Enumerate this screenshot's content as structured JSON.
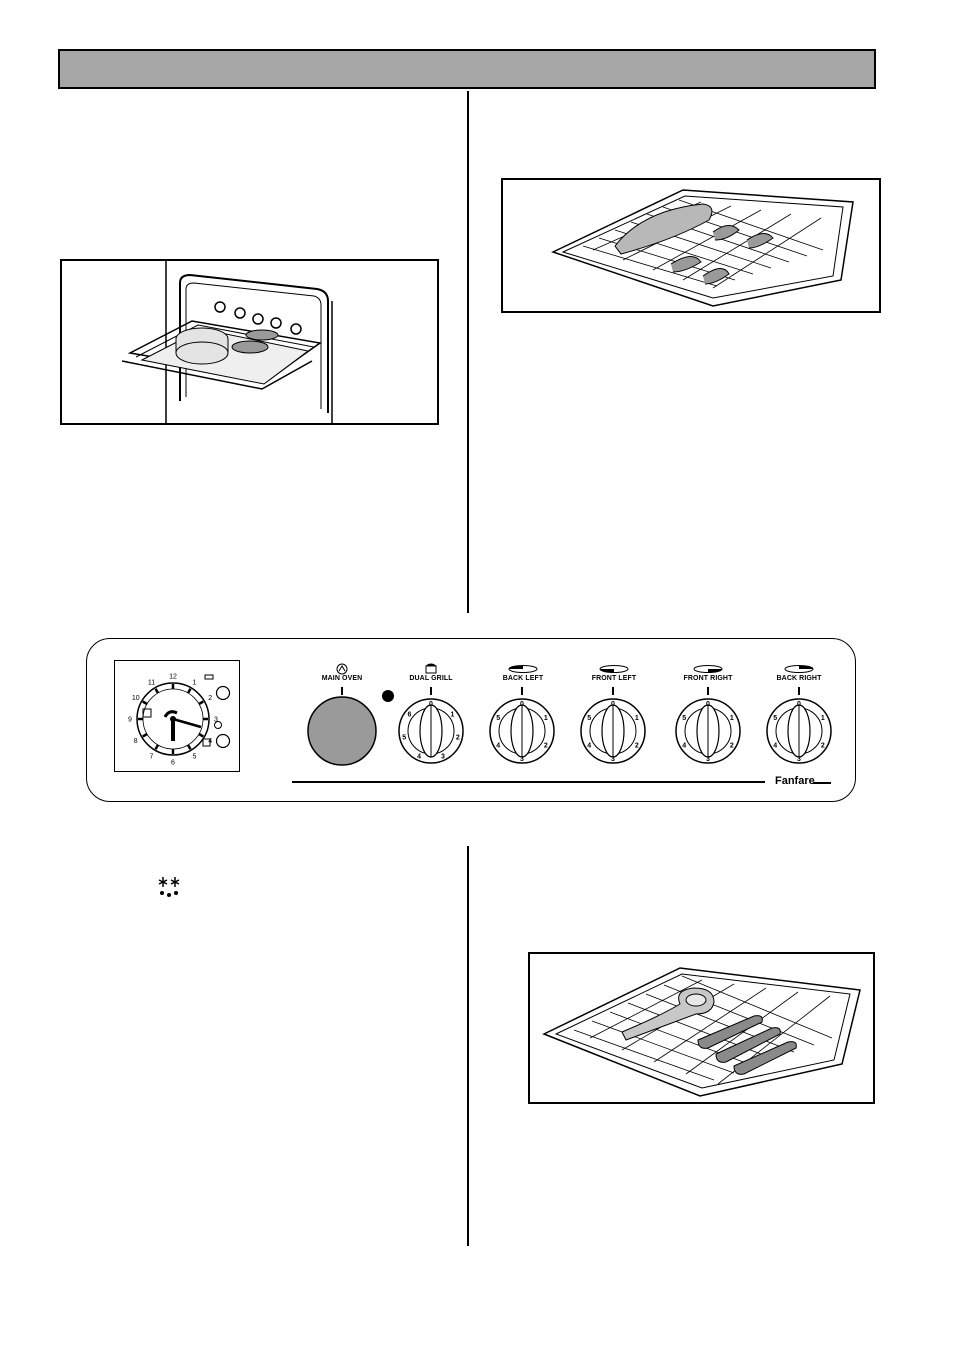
{
  "header": {
    "title": ""
  },
  "control_panel": {
    "knobs": [
      {
        "label": "MAIN OVEN",
        "icon": "fan-icon"
      },
      {
        "label": "DUAL GRILL",
        "icon": "grill-icon"
      },
      {
        "label": "BACK LEFT",
        "icon": "hob-back-left-icon"
      },
      {
        "label": "FRONT LEFT",
        "icon": "hob-front-left-icon"
      },
      {
        "label": "FRONT RIGHT",
        "icon": "hob-front-right-icon"
      },
      {
        "label": "BACK RIGHT",
        "icon": "hob-back-right-icon"
      }
    ],
    "brand": "Fanfare",
    "clock": {
      "hours": [
        "12",
        "1",
        "2",
        "3",
        "4",
        "5",
        "6",
        "7",
        "8",
        "9",
        "10",
        "11"
      ]
    },
    "dial_numbers": [
      "0",
      "1",
      "2",
      "3",
      "4",
      "5",
      "6"
    ]
  },
  "colors": {
    "header_fill": "#a6a6a6",
    "knob_fill": "#9a9a9a",
    "ink": "#000000"
  }
}
